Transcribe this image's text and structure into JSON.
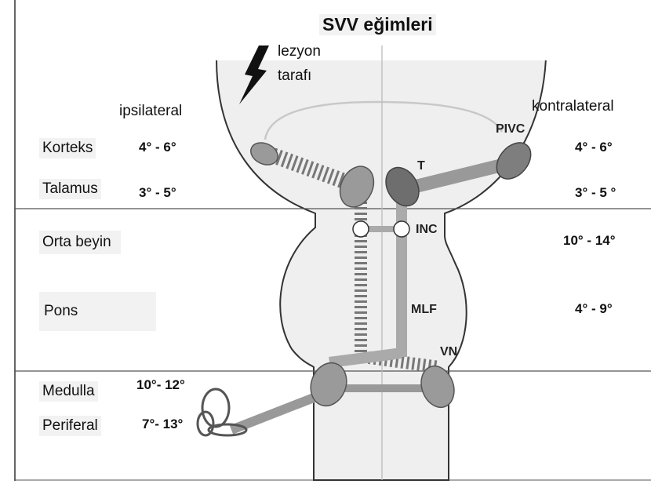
{
  "title": "SVV eğimleri",
  "lesion": {
    "line1": "lezyon",
    "line2": "tarafı"
  },
  "sides": {
    "ipsilateral": "ipsilateral",
    "contralateral": "kontralateral"
  },
  "levels": [
    {
      "name": "Korteks",
      "ipsi": "4° -  6°",
      "contra": "4° - 6°"
    },
    {
      "name": "Talamus",
      "ipsi": "3° -  5°",
      "contra": "3° - 5 °"
    },
    {
      "name": "Orta beyin",
      "ipsi": "",
      "contra": "10° - 14°"
    },
    {
      "name": "Pons",
      "ipsi": "",
      "contra": "4° - 9°"
    },
    {
      "name": "Medulla",
      "ipsi": "10°- 12°",
      "contra": ""
    },
    {
      "name": "Periferal",
      "ipsi": "7°- 13°",
      "contra": ""
    }
  ],
  "structures": {
    "pivc": "PIVC",
    "t": "T",
    "inc": "INC",
    "mlf": "MLF",
    "vn": "VN"
  },
  "colors": {
    "background": "#ffffff",
    "brainstem_fill": "#efefef",
    "outline": "#333333",
    "node_fill": "#9a9a9a",
    "node_dark": "#6e6e6e",
    "tract": "#b8b8b8"
  }
}
